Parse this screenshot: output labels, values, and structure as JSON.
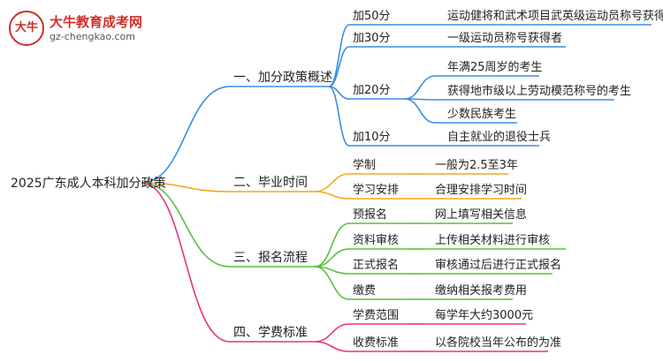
{
  "logo": {
    "mark_text": "大牛",
    "name": "大牛教育成考网",
    "url": "gz-chengkao.com"
  },
  "root": {
    "label": "2025广东成人本科加分政策"
  },
  "branches": [
    {
      "label": "一、加分政策概述",
      "color": "#3a8ee6",
      "groups": [
        {
          "label": "加50分",
          "items": [
            "运动健将和武术项目武英级运动员称号获得者"
          ]
        },
        {
          "label": "加30分",
          "items": [
            "一级运动员称号获得者"
          ]
        },
        {
          "label": "加20分",
          "items": [
            "年满25周岁的考生",
            "获得地市级以上劳动模范称号的考生",
            "少数民族考生"
          ]
        },
        {
          "label": "加10分",
          "items": [
            "自主就业的退役士兵"
          ]
        }
      ]
    },
    {
      "label": "二、毕业时间",
      "color": "#f0a81e",
      "groups": [
        {
          "label": "学制",
          "items": [
            "一般为2.5至3年"
          ]
        },
        {
          "label": "学习安排",
          "items": [
            "合理安排学习时间"
          ]
        }
      ]
    },
    {
      "label": "三、报名流程",
      "color": "#55c23c",
      "groups": [
        {
          "label": "预报名",
          "items": [
            "网上填写相关信息"
          ]
        },
        {
          "label": "资料审核",
          "items": [
            "上传相关材料进行审核"
          ]
        },
        {
          "label": "正式报名",
          "items": [
            "审核通过后进行正式报名"
          ]
        },
        {
          "label": "缴费",
          "items": [
            "缴纳相关报考费用"
          ]
        }
      ]
    },
    {
      "label": "四、学费标准",
      "color": "#e8327c",
      "groups": [
        {
          "label": "学费范围",
          "items": [
            "每学年大约3000元"
          ]
        },
        {
          "label": "收费标准",
          "items": [
            "以各院校当年公布的为准"
          ]
        }
      ]
    }
  ]
}
